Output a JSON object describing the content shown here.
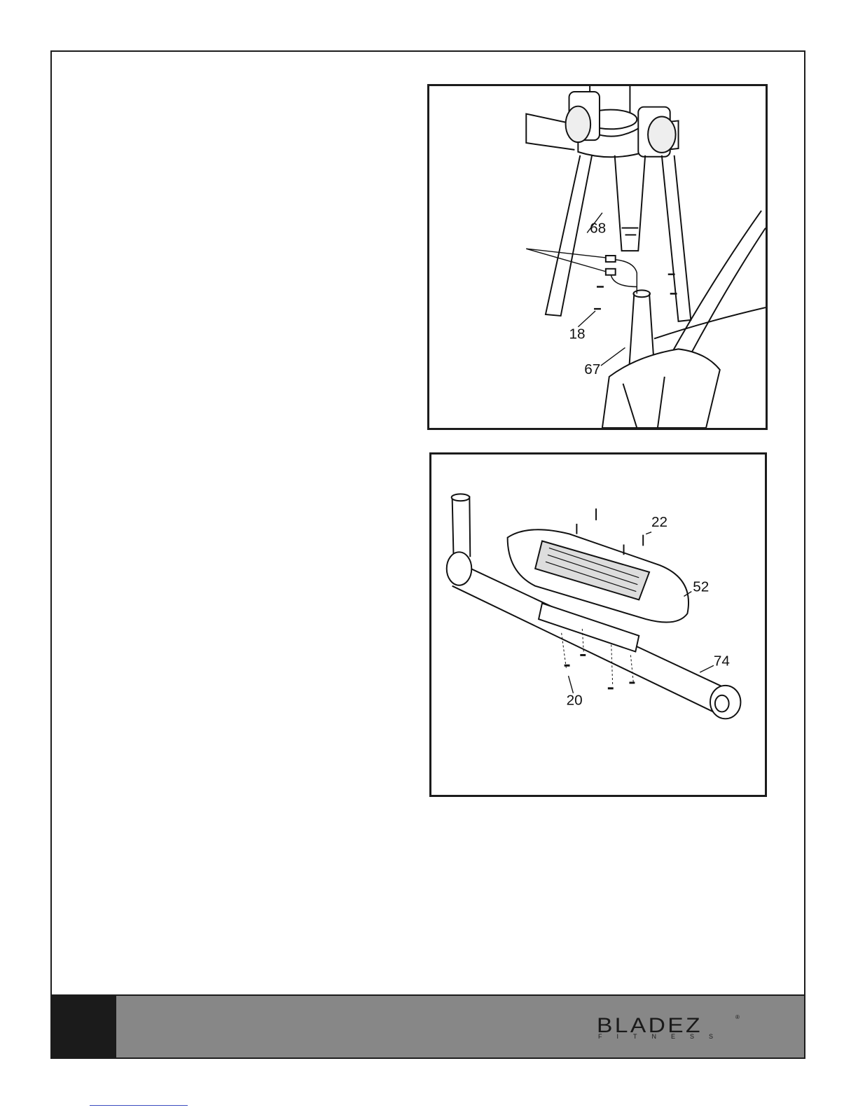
{
  "figure1": {
    "callouts": [
      "68",
      "18",
      "67"
    ]
  },
  "figure2": {
    "callouts": [
      "22",
      "52",
      "74",
      "20"
    ]
  },
  "footer": {
    "brand_name": "BLADEZ",
    "brand_registered": "®",
    "brand_sub": "FITNESS"
  }
}
